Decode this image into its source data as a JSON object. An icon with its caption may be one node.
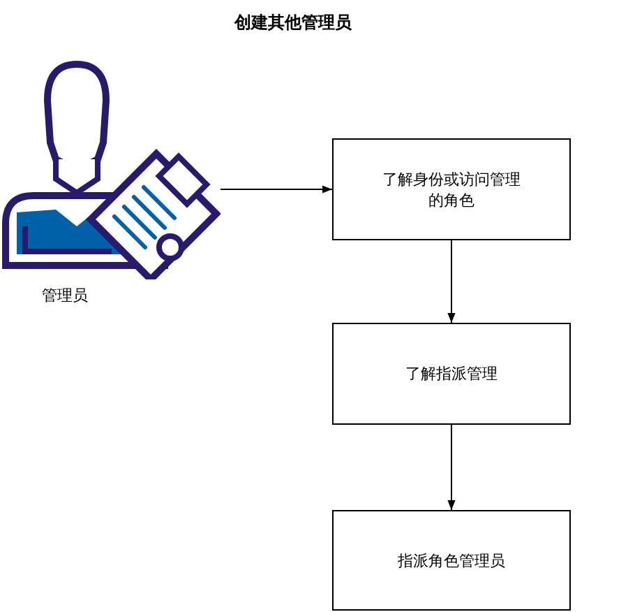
{
  "diagram": {
    "title": "创建其他管理员",
    "nodes": [
      {
        "text": [],
        "shape": "person",
        "beside": [
          "管理员"
        ]
      },
      {
        "text": [
          "了解身份或访问管理的角色"
        ]
      },
      {
        "text": [
          "了解指派管理"
        ]
      },
      {
        "text": [
          "指派角色管理员"
        ]
      }
    ],
    "edges": [
      {
        "from": 0,
        "to": 1,
        "arrow": "to"
      },
      {
        "from": 1,
        "to": 2,
        "arrow": "to"
      },
      {
        "from": 2,
        "to": 3,
        "arrow": "to"
      }
    ]
  }
}
